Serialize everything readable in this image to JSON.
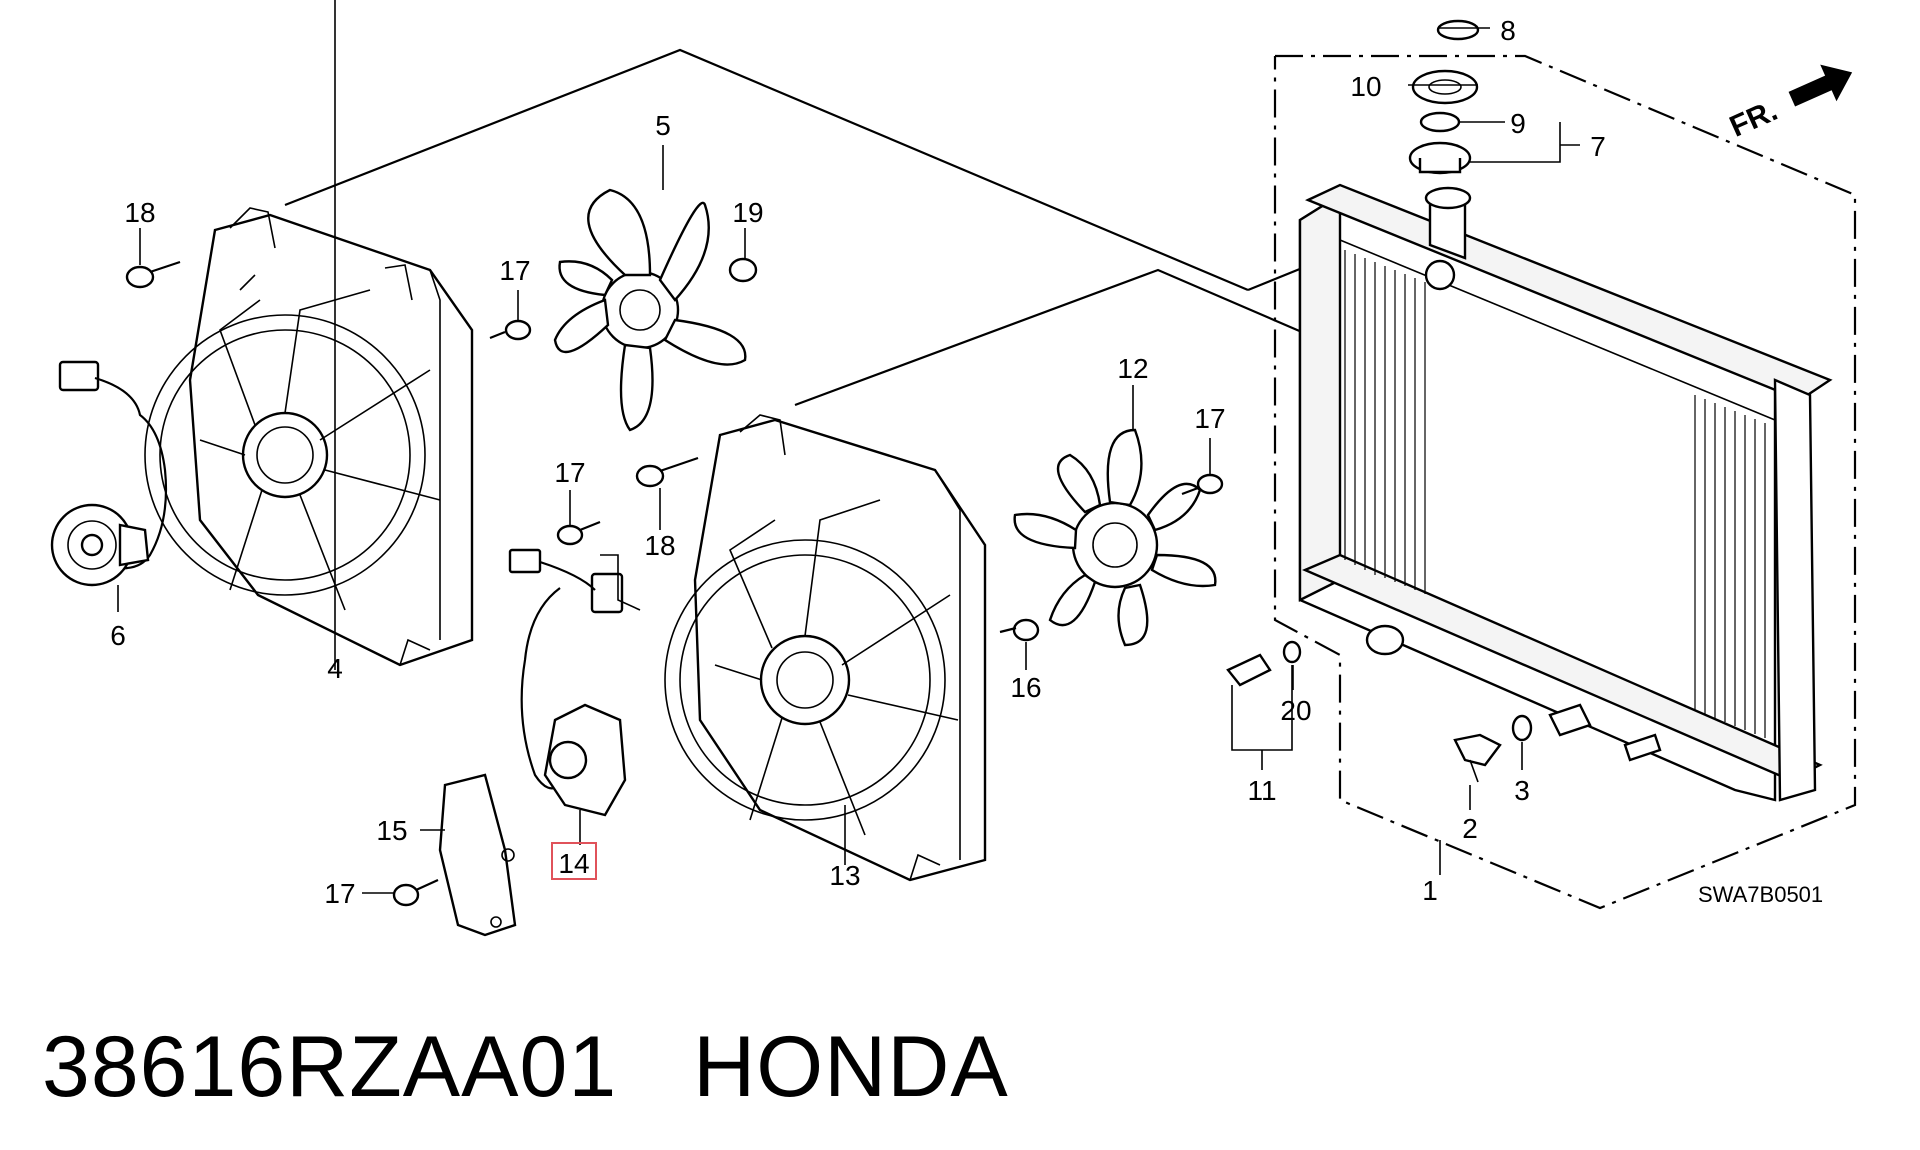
{
  "caption": {
    "part_number": "38616RZAA01",
    "brand": "HONDA"
  },
  "diagram": {
    "diagram_code": "SWA7B0501",
    "direction_label": "FR.",
    "highlighted_callout": "14",
    "callouts": {
      "c1": "1",
      "c2": "2",
      "c3": "3",
      "c4": "4",
      "c5": "5",
      "c6": "6",
      "c7": "7",
      "c8": "8",
      "c9": "9",
      "c10": "10",
      "c11": "11",
      "c12": "12",
      "c13": "13",
      "c14": "14",
      "c15": "15",
      "c16": "16",
      "c17a": "17",
      "c17b": "17",
      "c17c": "17",
      "c17d": "17",
      "c18a": "18",
      "c18b": "18",
      "c19": "19",
      "c20": "20"
    },
    "highlight_color": "#e0525a"
  }
}
